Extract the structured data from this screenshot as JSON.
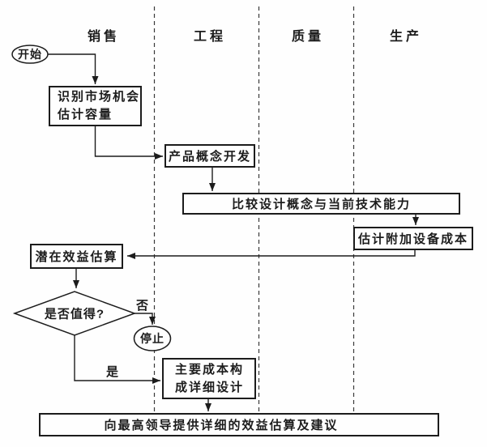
{
  "diagram": {
    "type": "swimlane-flowchart",
    "lane_headers": [
      "销售",
      "工程",
      "质量",
      "生产"
    ],
    "nodes": {
      "start": {
        "label": "开始",
        "shape": "terminator"
      },
      "identify_market": {
        "line1": "识别市场机会",
        "line2": "估计容量",
        "shape": "process"
      },
      "product_concept": {
        "label": "产品概念开发",
        "shape": "process"
      },
      "compare_design": {
        "label": "比较设计概念与当前技术能力",
        "shape": "process"
      },
      "estimate_equipment_cost": {
        "label": "估计附加设备成本",
        "shape": "process"
      },
      "potential_benefit": {
        "label": "潜在效益估算",
        "shape": "process"
      },
      "worth_decision": {
        "label": "是否值得?",
        "shape": "decision"
      },
      "stop": {
        "label": "停止",
        "shape": "terminator"
      },
      "detail_design": {
        "line1": "主要成本构",
        "line2": "成详细设计",
        "shape": "process"
      },
      "final_report": {
        "label": "向最高领导提供详细的效益估算及建议",
        "shape": "process"
      }
    },
    "edge_labels": {
      "no": "否",
      "yes": "是"
    }
  },
  "colors": {
    "ink": "#1c1c1c",
    "lane_divider": "#3a3a3a",
    "background": "#fefefe"
  }
}
